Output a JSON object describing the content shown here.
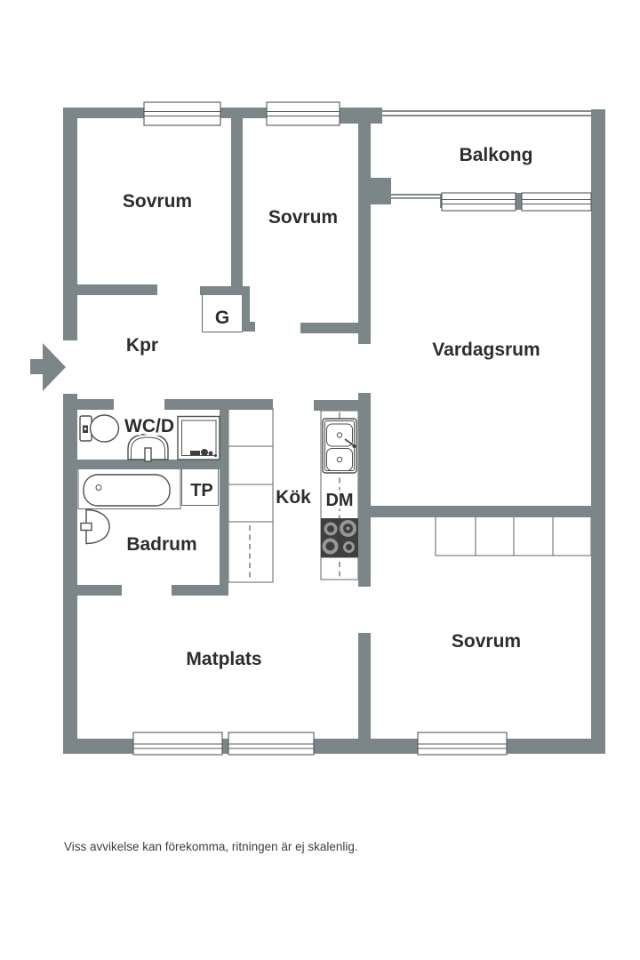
{
  "colors": {
    "wall": "#7c8689",
    "line": "#4f4f4f",
    "text": "#2d2d2d",
    "stove": "#3f3f3f",
    "muted": "#3f3f3f",
    "bg": "#ffffff"
  },
  "rooms": {
    "sovrum1": {
      "label": "Sovrum"
    },
    "sovrum2": {
      "label": "Sovrum"
    },
    "balkong": {
      "label": "Balkong"
    },
    "vardagsrum": {
      "label": "Vardagsrum"
    },
    "kpr": {
      "label": "Kpr"
    },
    "wcd": {
      "label": "WC/D"
    },
    "badrum": {
      "label": "Badrum"
    },
    "kok": {
      "label": "Kök"
    },
    "matplats": {
      "label": "Matplats"
    },
    "sovrum3": {
      "label": "Sovrum"
    }
  },
  "closets": {
    "g": {
      "label": "G"
    },
    "tp": {
      "label": "TP"
    },
    "dm": {
      "label": "DM"
    }
  },
  "footer": {
    "disclaimer": "Viss avvikelse kan förekomma, ritningen är ej skalenlig."
  }
}
